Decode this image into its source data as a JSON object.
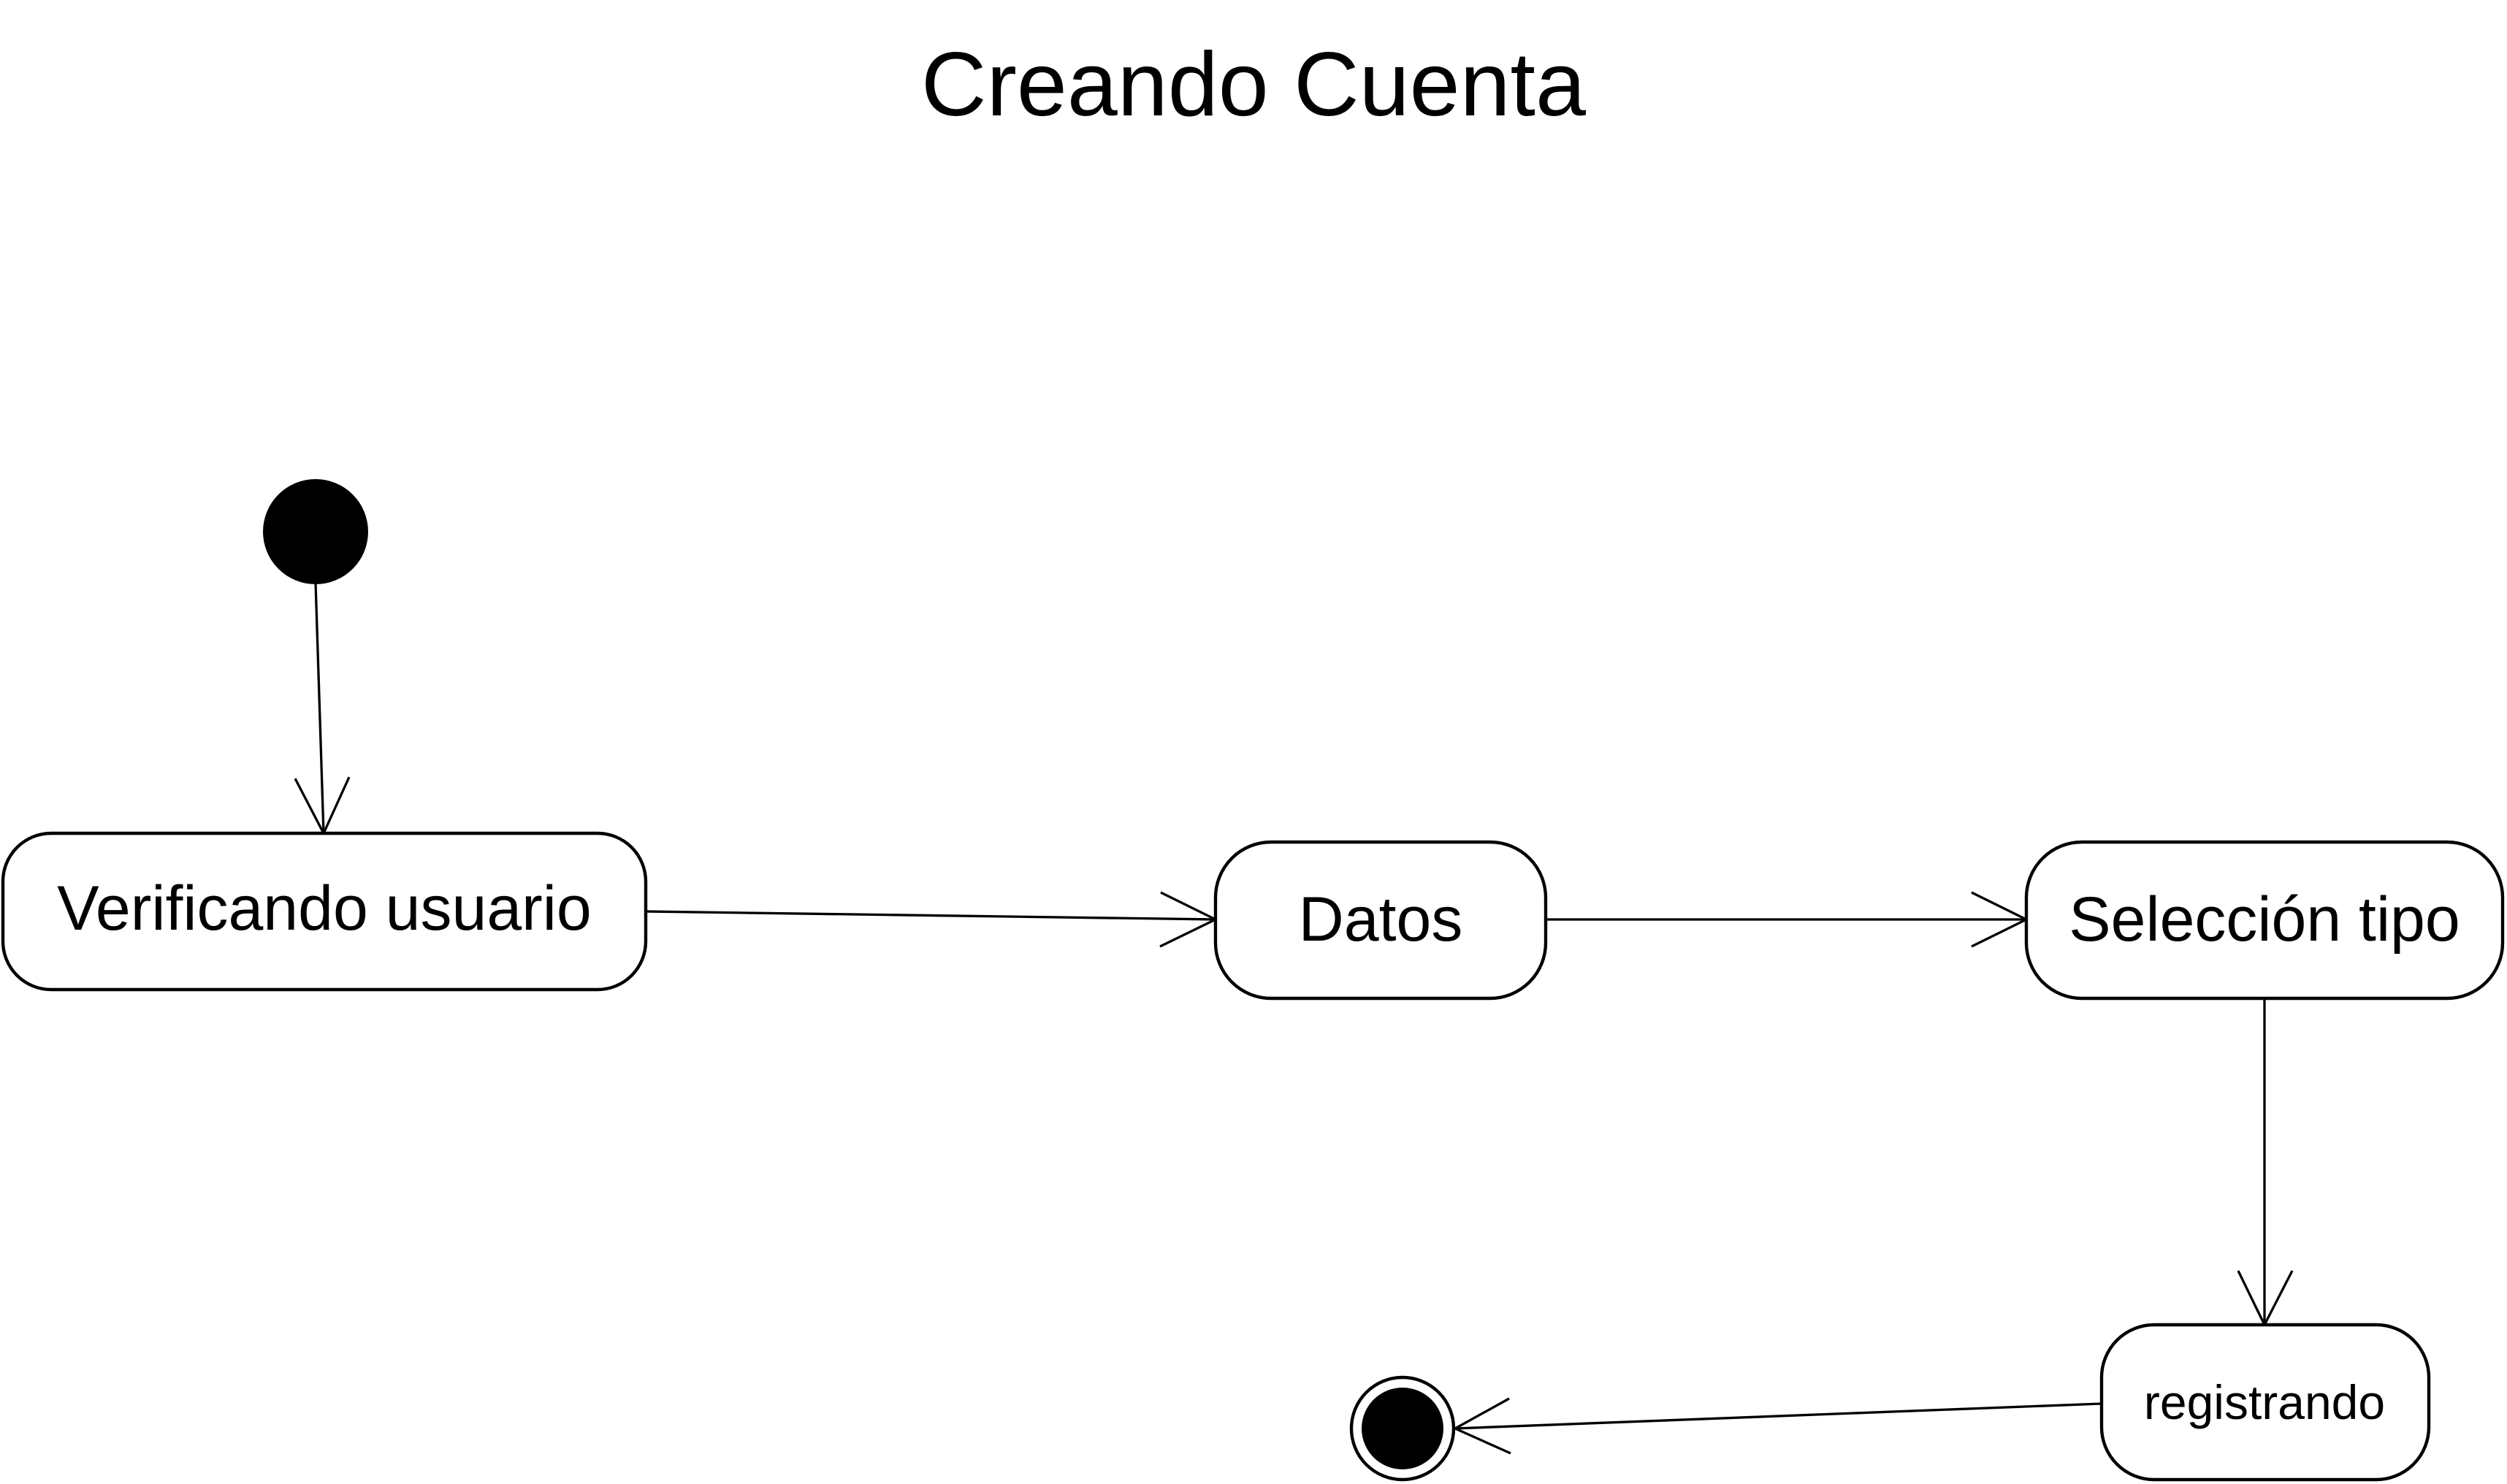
{
  "diagram": {
    "title": "Creando Cuenta",
    "kind": "uml-state-machine",
    "colors": {
      "stroke": "#000000",
      "fill": "#ffffff",
      "text": "#000000"
    },
    "states": [
      {
        "id": "verificando",
        "label": "Verificando usuario"
      },
      {
        "id": "datos",
        "label": "Datos"
      },
      {
        "id": "seleccion",
        "label": "Selección tipo"
      },
      {
        "id": "registrando",
        "label": "registrando"
      }
    ],
    "pseudo_states": [
      {
        "id": "initial",
        "type": "initial"
      },
      {
        "id": "final",
        "type": "final"
      }
    ],
    "transitions": [
      {
        "from": "initial",
        "to": "verificando"
      },
      {
        "from": "verificando",
        "to": "datos"
      },
      {
        "from": "datos",
        "to": "seleccion"
      },
      {
        "from": "seleccion",
        "to": "registrando"
      },
      {
        "from": "registrando",
        "to": "final"
      }
    ]
  }
}
